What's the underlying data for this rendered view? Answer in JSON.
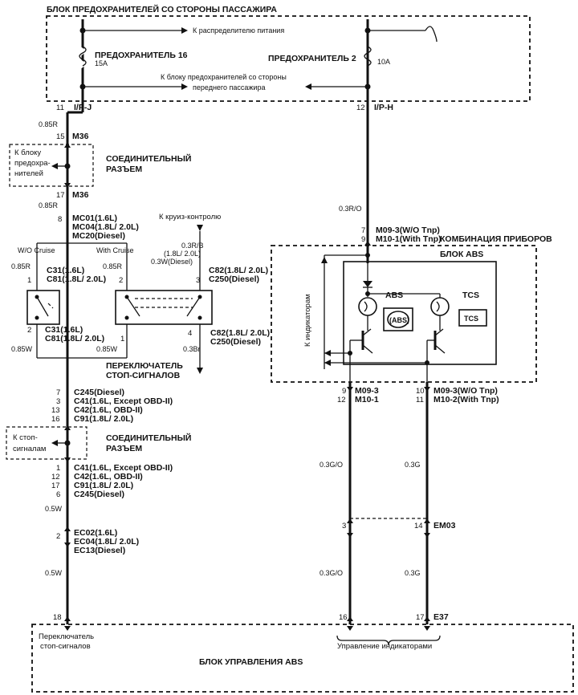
{
  "top_block": {
    "title": "БЛОК ПРЕДОХРАНИТЕЛЕЙ СО СТОРОНЫ ПАССАЖИРА",
    "to_distributor": "К распределителю питания",
    "fuse16": "ПРЕДОХРАНИТЕЛЬ 16",
    "fuse16_amps": "15A",
    "fuse2": "ПРЕДОХРАНИТЕЛЬ 2",
    "fuse2_amps": "10A",
    "to_front_line1": "К блоку предохранителей со стороны",
    "to_front_line2": "переднего пассажира"
  },
  "left_chain": {
    "pin11": "11",
    "conn_ipj": "I/P-J",
    "wire1": "0.85R",
    "pin15": "15",
    "conn_m36a": "M36",
    "connector_title1": "СОЕДИНИТЕЛЬНЫЙ",
    "connector_title2": "РАЗЪЕМ",
    "box_line1": "К блоку",
    "box_line2": "предохра-",
    "box_line3": "нителей",
    "pin17": "17",
    "conn_m36b": "M36",
    "wire2": "0.85R",
    "pin8": "8",
    "mc01": "MC01(1.6L)",
    "mc04": "MC04(1.8L/ 2.0L)",
    "mc20": "MC20(Diesel)",
    "wo_cruise": "W/O Cruise",
    "with_cruise": "With Cruise",
    "wire_085r_l": "0.85R",
    "wire_085r_r": "0.85R",
    "pin1_l": "1",
    "c31_top": "C31(1.6L)",
    "c81_top": "C81(1.8L/ 2.0L)",
    "pin2_top": "2",
    "pin3_top": "3",
    "pin2_bot": "2",
    "c31_bot": "C31(1.6L)",
    "c81_bot": "C81(1.8L/ 2.0L)",
    "pin1_bot": "1",
    "pin4_bot": "4",
    "wire_085w_l": "0.85W",
    "wire_085w_r": "0.85W",
    "wire_03br": "0.3Br",
    "cruise_label": "К круиз-контролю",
    "cruise_w1": "0.3R/B",
    "cruise_w2": "(1.8L/ 2.0L)",
    "cruise_w3": "0.3W(Diesel)",
    "c82_top": "C82(1.8L/ 2.0L)",
    "c250_top": "C250(Diesel)",
    "c82_bot": "C82(1.8L/ 2.0L)",
    "c250_bot": "C250(Diesel)",
    "switch_title1": "ПЕРЕКЛЮЧАТЕЛЬ",
    "switch_title2": "СТОП-СИГНАЛОВ",
    "pins_a": [
      "7",
      "3",
      "13",
      "16"
    ],
    "conns_a": [
      "C245(Diesel)",
      "C41(1.6L, Except OBD-II)",
      "C42(1.6L, OBD-II)",
      "C91(1.8L/ 2.0L)"
    ],
    "connector2_title1": "СОЕДИНИТЕЛЬНЫЙ",
    "connector2_title2": "РАЗЪЕМ",
    "box2_line1": "К стоп-",
    "box2_line2": "сигналам",
    "pins_b": [
      "1",
      "12",
      "17",
      "6"
    ],
    "conns_b": [
      "C41(1.6L, Except OBD-II)",
      "C42(1.6L, OBD-II)",
      "C91(1.8L/ 2.0L)",
      "C245(Diesel)"
    ],
    "wire_05w_a": "0.5W",
    "pin2_ec": "2",
    "ec02": "EC02(1.6L)",
    "ec04": "EC04(1.8L/ 2.0L)",
    "ec13": "EC13(Diesel)",
    "wire_05w_b": "0.5W",
    "pin18": "18"
  },
  "right_chain": {
    "pin12": "12",
    "conn_iph": "I/P-H",
    "wire_03ro": "0.3R/O",
    "pin7": "7",
    "m09_top": "M09-3(W/O Tnp)",
    "pin9": "9",
    "m10_top": "M10-1(With Tnp)",
    "cluster_title": "КОМБИНАЦИЯ ПРИБОРОВ",
    "abs_block_title": "БЛОК ABS",
    "indicator_side": "К индикаторам",
    "abs_lamp": "ABS",
    "abs_icon": "(ABS)",
    "tcs_lamp": "TCS",
    "tcs_icon": "TCS",
    "pin9b": "9",
    "m09_3": "M09-3",
    "pin12b": "12",
    "m10_1": "M10-1",
    "pin10": "10",
    "m09_3_wo": "M09-3(W/O Tnp)",
    "pin11": "11",
    "m10_2": "M10-2(With Tnp)",
    "wire_03go_a": "0.3G/O",
    "wire_03g_a": "0.3G",
    "pin3": "3",
    "pin14": "14",
    "em03": "EM03",
    "wire_03go_b": "0.3G/O",
    "wire_03g_b": "0.3G",
    "pin16": "16",
    "pin17": "17",
    "e37": "E37"
  },
  "bottom_block": {
    "left_label1": "Переключатель",
    "left_label2": "стоп-сигналов",
    "right_label": "Управление индикаторами",
    "title": "БЛОК УПРАВЛЕНИЯ ABS"
  }
}
